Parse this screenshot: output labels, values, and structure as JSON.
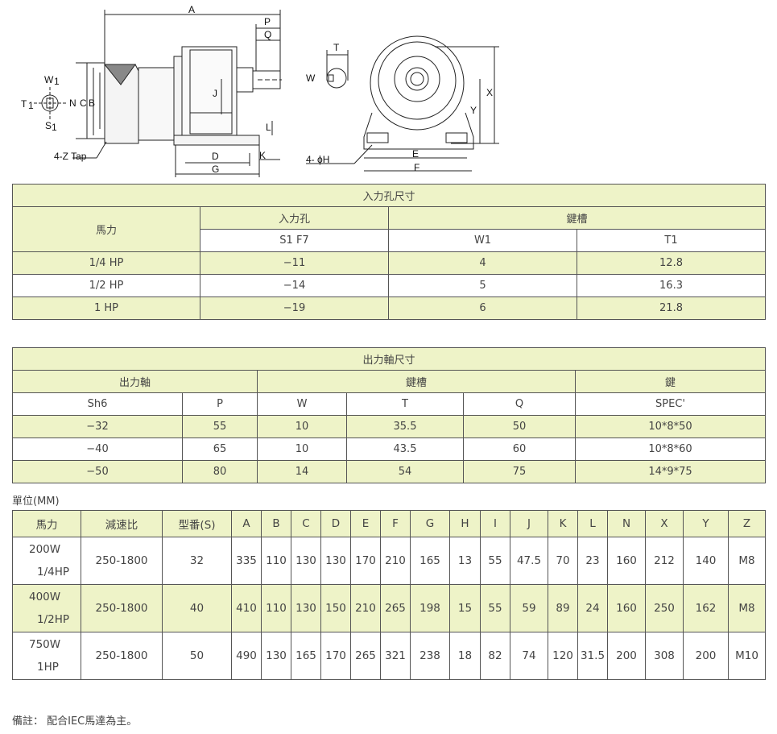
{
  "drawing_labels": {
    "A": "A",
    "P": "P",
    "Q": "Q",
    "J": "J",
    "L": "L",
    "K": "K",
    "D": "D",
    "G": "G",
    "N": "N",
    "C": "C",
    "B": "B",
    "W1": "W",
    "W1_sub": "1",
    "T1": "T",
    "T1_sub": "1",
    "S1": "S",
    "S1_sub": "1",
    "tap": "4-Z Tap",
    "T": "T",
    "W": "W",
    "X": "X",
    "Y": "Y",
    "E": "E",
    "F": "F",
    "hole": "4- ϕH"
  },
  "input_table": {
    "title": "入力孔尺寸",
    "horsepower": "馬力",
    "input_hole": "入力孔",
    "keyway": "鍵槽",
    "cols": [
      "S1 F7",
      "W1",
      "T1"
    ],
    "rows": [
      [
        "1/4 HP",
        "−11",
        "4",
        "12.8"
      ],
      [
        "1/2 HP",
        "−14",
        "5",
        "16.3"
      ],
      [
        "1 HP",
        "−19",
        "6",
        "21.8"
      ]
    ]
  },
  "output_table": {
    "title": "出力軸尺寸",
    "shaft": "出力軸",
    "keyway": "鍵槽",
    "key": "鍵",
    "cols": [
      "Sh6",
      "P",
      "W",
      "T",
      "Q",
      "SPEC'"
    ],
    "rows": [
      [
        "−32",
        "55",
        "10",
        "35.5",
        "50",
        "10*8*50"
      ],
      [
        "−40",
        "65",
        "10",
        "43.5",
        "60",
        "10*8*60"
      ],
      [
        "−50",
        "80",
        "14",
        "54",
        "75",
        "14*9*75"
      ]
    ]
  },
  "unit_label": "單位(MM)",
  "dim_table": {
    "headers": [
      "馬力",
      "減速比",
      "型番(S)",
      "A",
      "B",
      "C",
      "D",
      "E",
      "F",
      "G",
      "H",
      "I",
      "J",
      "K",
      "L",
      "N",
      "X",
      "Y",
      "Z"
    ],
    "rows": [
      {
        "w": "200W",
        "hp": "1/4HP",
        "vals": [
          "250-1800",
          "32",
          "335",
          "110",
          "130",
          "130",
          "170",
          "210",
          "165",
          "13",
          "55",
          "47.5",
          "70",
          "23",
          "160",
          "212",
          "140",
          "M8"
        ]
      },
      {
        "w": "400W",
        "hp": "1/2HP",
        "vals": [
          "250-1800",
          "40",
          "410",
          "110",
          "130",
          "150",
          "210",
          "265",
          "198",
          "15",
          "55",
          "59",
          "89",
          "24",
          "160",
          "250",
          "162",
          "M8"
        ]
      },
      {
        "w": "750W",
        "hp": "1HP",
        "vals": [
          "250-1800",
          "50",
          "490",
          "130",
          "165",
          "170",
          "265",
          "321",
          "238",
          "18",
          "82",
          "74",
          "120",
          "31.5",
          "200",
          "308",
          "200",
          "M10"
        ]
      }
    ]
  },
  "note": "備註：  配合IEC馬達為主。"
}
